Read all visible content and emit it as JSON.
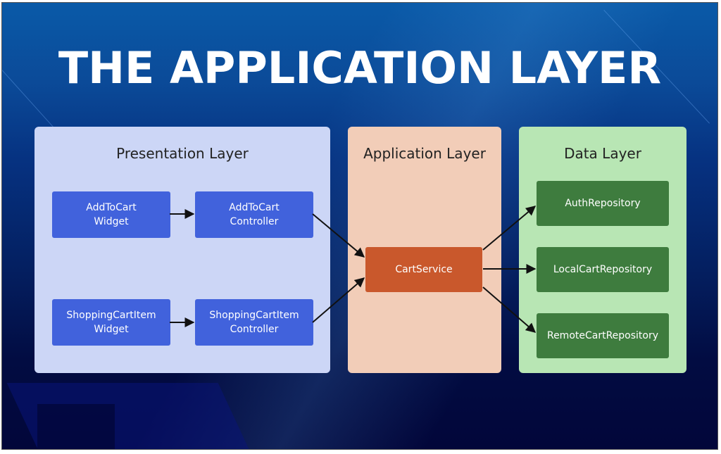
{
  "slide": {
    "title": "THE APPLICATION LAYER",
    "colors": {
      "background_top": "#0a5aa8",
      "background_bottom": "#02063a",
      "presentation_panel": "#ccd6f6",
      "application_panel": "#f2cdb8",
      "data_panel": "#b8e6b4",
      "presentation_box": "#4162dc",
      "application_box": "#c9582c",
      "data_box": "#3e7c3e",
      "arrow": "#111111"
    }
  },
  "layers": {
    "presentation": {
      "title": "Presentation Layer",
      "boxes": [
        {
          "line1": "AddToCart",
          "line2": "Widget"
        },
        {
          "line1": "AddToCart",
          "line2": "Controller"
        },
        {
          "line1": "ShoppingCartItem",
          "line2": "Widget"
        },
        {
          "line1": "ShoppingCartItem",
          "line2": "Controller"
        }
      ]
    },
    "application": {
      "title": "Application Layer",
      "boxes": [
        {
          "label": "CartService"
        }
      ]
    },
    "data": {
      "title": "Data Layer",
      "boxes": [
        {
          "label": "AuthRepository"
        },
        {
          "label": "LocalCartRepository"
        },
        {
          "label": "RemoteCartRepository"
        }
      ]
    }
  },
  "connections": [
    {
      "from": "AddToCart Widget",
      "to": "AddToCart Controller"
    },
    {
      "from": "ShoppingCartItem Widget",
      "to": "ShoppingCartItem Controller"
    },
    {
      "from": "AddToCart Controller",
      "to": "CartService"
    },
    {
      "from": "ShoppingCartItem Controller",
      "to": "CartService"
    },
    {
      "from": "CartService",
      "to": "AuthRepository"
    },
    {
      "from": "CartService",
      "to": "LocalCartRepository"
    },
    {
      "from": "CartService",
      "to": "RemoteCartRepository"
    }
  ]
}
